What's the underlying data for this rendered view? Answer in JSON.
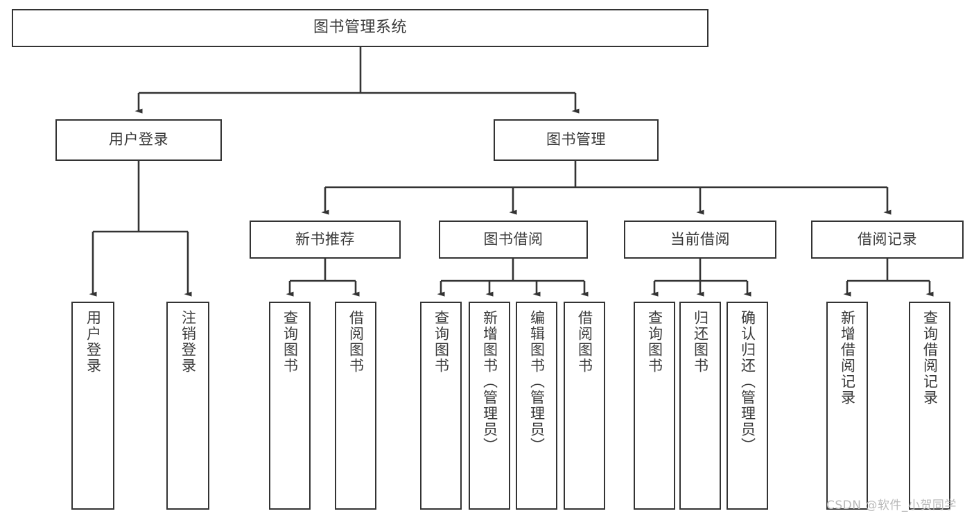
{
  "diagram": {
    "title": "图书管理系统",
    "type": "hierarchy-tree",
    "colors": {
      "background": "#ffffff",
      "border": "#333333",
      "text": "#3a3a3a",
      "connector": "#333333",
      "watermark": "#b9b9b9"
    },
    "watermark": "CSDN @软件_小贺同学",
    "nodes": {
      "root": {
        "label": "图书管理系统"
      },
      "level2": [
        {
          "label": "用户登录"
        },
        {
          "label": "图书管理"
        }
      ],
      "level3": [
        {
          "label": "新书推荐"
        },
        {
          "label": "图书借阅"
        },
        {
          "label": "当前借阅"
        },
        {
          "label": "借阅记录"
        }
      ],
      "leaves_user_login": [
        {
          "label": "用户登录"
        },
        {
          "label": "注销登录"
        }
      ],
      "leaves_new_book": [
        {
          "label": "查询图书"
        },
        {
          "label": "借阅图书"
        }
      ],
      "leaves_borrow": [
        {
          "label": "查询图书"
        },
        {
          "label": "新增图书（管理员）"
        },
        {
          "label": "编辑图书（管理员）"
        },
        {
          "label": "借阅图书"
        }
      ],
      "leaves_current": [
        {
          "label": "查询图书"
        },
        {
          "label": "归还图书"
        },
        {
          "label": "确认归还（管理员）"
        }
      ],
      "leaves_record": [
        {
          "label": "新增借阅记录"
        },
        {
          "label": "查询借阅记录"
        }
      ]
    }
  }
}
